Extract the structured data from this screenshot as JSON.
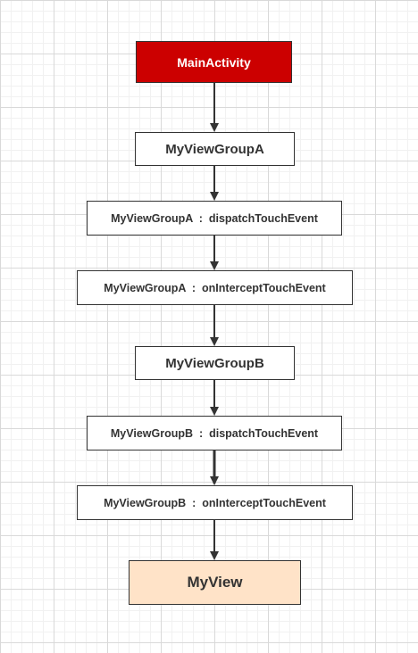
{
  "diagram": {
    "nodes": [
      {
        "id": "main-activity",
        "label": "MainActivity",
        "kind": "root"
      },
      {
        "id": "my-view-group-a",
        "label": "MyViewGroupA",
        "kind": "group"
      },
      {
        "id": "group-a-dispatch-touch-event",
        "label": "MyViewGroupA  :  dispatchTouchEvent",
        "kind": "method"
      },
      {
        "id": "group-a-on-intercept-touch-event",
        "label": "MyViewGroupA  :  onInterceptTouchEvent",
        "kind": "method"
      },
      {
        "id": "my-view-group-b",
        "label": "MyViewGroupB",
        "kind": "group"
      },
      {
        "id": "group-b-dispatch-touch-event",
        "label": "MyViewGroupB  :  dispatchTouchEvent",
        "kind": "method"
      },
      {
        "id": "group-b-on-intercept-touch-event",
        "label": "MyViewGroupB  :  onInterceptTouchEvent",
        "kind": "method"
      },
      {
        "id": "my-view",
        "label": "MyView",
        "kind": "leaf"
      }
    ],
    "edges": [
      {
        "from": "main-activity",
        "to": "my-view-group-a"
      },
      {
        "from": "my-view-group-a",
        "to": "group-a-dispatch-touch-event"
      },
      {
        "from": "group-a-dispatch-touch-event",
        "to": "group-a-on-intercept-touch-event"
      },
      {
        "from": "group-a-on-intercept-touch-event",
        "to": "my-view-group-b"
      },
      {
        "from": "my-view-group-b",
        "to": "group-b-dispatch-touch-event"
      },
      {
        "from": "group-b-dispatch-touch-event",
        "to": "group-b-on-intercept-touch-event"
      },
      {
        "from": "group-b-on-intercept-touch-event",
        "to": "my-view"
      }
    ],
    "colors": {
      "root_fill": "#cc0000",
      "leaf_fill": "#ffe3c8",
      "stroke": "#333333"
    }
  }
}
